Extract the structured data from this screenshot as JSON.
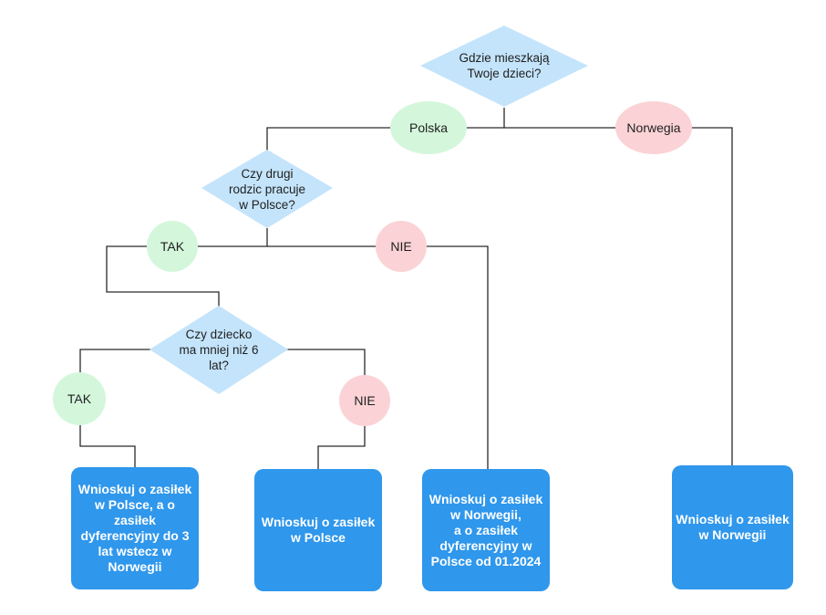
{
  "colors": {
    "decision_fill": "#c4e4fb",
    "yes_fill": "#d4f7dc",
    "no_fill": "#fbd3d6",
    "result_fill": "#2f97ec",
    "line": "#2a2a2a"
  },
  "decisions": {
    "where_children": "Gdzie mieszkają\nTwoje dzieci?",
    "other_parent_works": "Czy drugi\nrodzic pracuje\nw  Polsce?",
    "child_under_6": "Czy dziecko\nma mniej niż 6\nlat?"
  },
  "answers": {
    "polska": "Polska",
    "norwegia": "Norwegia",
    "tak_1": "TAK",
    "nie_1": "NIE",
    "tak_2": "TAK",
    "nie_2": "NIE"
  },
  "results": {
    "poland_plus_diff": "Wnioskuj o zasiłek\nw Polsce, a o\nzasiłek\ndyferencyjny do 3\nlat wstecz w\nNorwegii",
    "poland": "Wnioskuj o zasiłek\nw Polsce",
    "norway_plus_diff": "Wnioskuj o zasiłek\nw Norwegii,\na o zasiłek\ndyferencyjny w\nPolsce od 01.2024",
    "norway": "Wnioskuj o zasiłek\nw Norwegii"
  }
}
